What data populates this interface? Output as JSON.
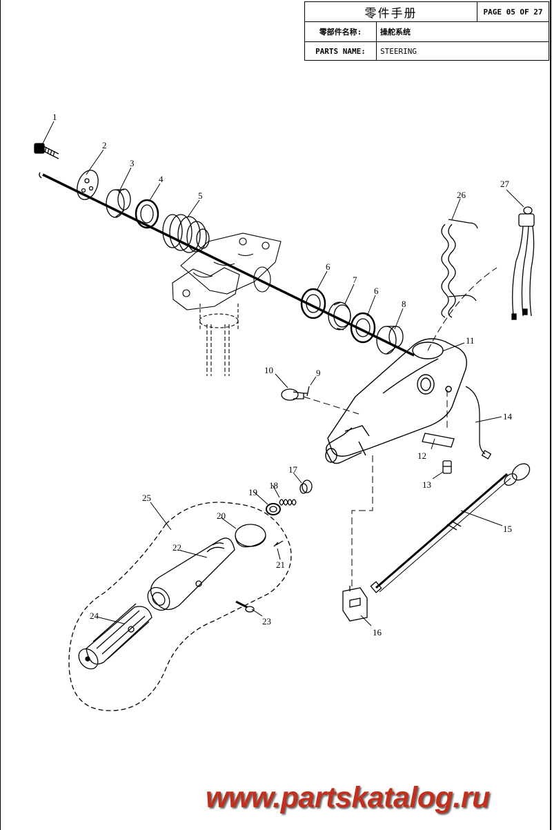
{
  "header": {
    "title_cn": "零件手册",
    "page": "PAGE 05 OF 27",
    "parts_name_cn_label": "零部件名称:",
    "parts_name_cn_value": "操舵系统",
    "parts_name_label": "PARTS NAME:",
    "parts_name_value": "STEERING"
  },
  "callouts": [
    "1",
    "2",
    "3",
    "4",
    "5",
    "6",
    "7",
    "6",
    "8",
    "9",
    "10",
    "11",
    "12",
    "13",
    "14",
    "15",
    "16",
    "17",
    "18",
    "19",
    "20",
    "21",
    "22",
    "23",
    "24",
    "25",
    "26",
    "27"
  ],
  "watermark": "www.partskatalog.ru"
}
